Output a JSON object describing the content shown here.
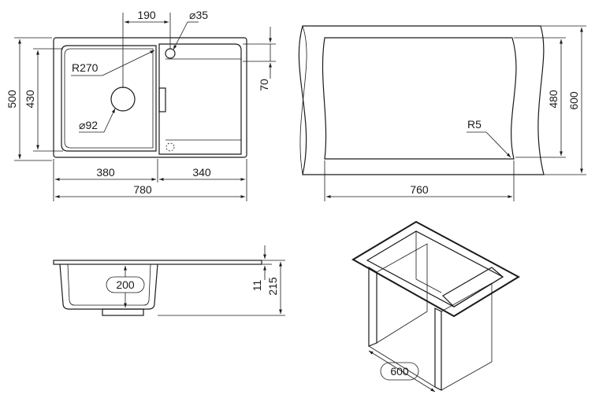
{
  "plan_view": {
    "dims": {
      "overall_width": "780",
      "overall_depth": "500",
      "bowl_depth": "430",
      "bowl_width": "380",
      "drainer_width": "340",
      "tap_offset": "190",
      "tap_hole": "35",
      "corner_radius": "R270",
      "drain_hole": "92",
      "edge_offset": "70"
    }
  },
  "cutout_view": {
    "dims": {
      "cabinet_width": "760",
      "cabinet_depth": "600",
      "cutout_depth": "480",
      "corner_radius": "R5"
    }
  },
  "section_view": {
    "dims": {
      "bowl_depth": "200",
      "rim_thickness": "11",
      "total_height": "215"
    }
  },
  "cabinet_view": {
    "dims": {
      "cabinet_min": "600"
    }
  },
  "colors": {
    "line": "#1a1a1a",
    "background": "#ffffff"
  },
  "symbols": {
    "diameter": "⌀"
  }
}
